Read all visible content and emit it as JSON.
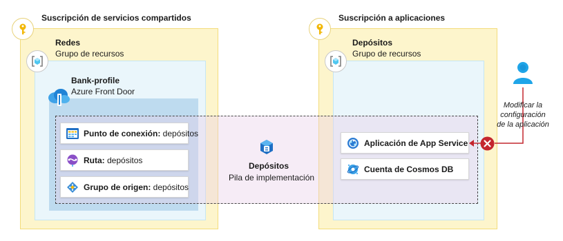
{
  "left_subscription": {
    "title": "Suscripción de servicios compartidos",
    "icon": "key-icon"
  },
  "right_subscription": {
    "title": "Suscripción a aplicaciones",
    "icon": "key-icon"
  },
  "networks_rg": {
    "title": "Redes",
    "subtitle": "Grupo de recursos",
    "icon": "resource-group-icon"
  },
  "deposits_rg": {
    "title": "Depósitos",
    "subtitle": "Grupo de recursos",
    "icon": "resource-group-icon"
  },
  "front_door": {
    "title": "Bank-profile",
    "subtitle": "Azure Front Door",
    "icon": "front-door-icon"
  },
  "left_cards": [
    {
      "bold": "Punto de conexión:",
      "text": " depósitos",
      "icon": "endpoint-icon"
    },
    {
      "bold": "Ruta:",
      "text": " depósitos",
      "icon": "route-icon"
    },
    {
      "bold": "Grupo de origen:",
      "text": " depósitos",
      "icon": "origin-group-icon"
    }
  ],
  "right_cards": [
    {
      "bold": "Aplicación de App Service",
      "icon": "app-service-icon"
    },
    {
      "bold": "Cuenta de Cosmos DB",
      "icon": "cosmos-db-icon"
    }
  ],
  "deployment_stack": {
    "title": "Depósitos",
    "subtitle": "Pila de implementación",
    "icon": "deployment-stack-icon"
  },
  "user_note": {
    "lines": [
      "Modificar la",
      "configuración",
      "de la aplicación"
    ],
    "icon": "user-icon"
  },
  "colors": {
    "subscription_fill": "#fdf5cc",
    "resource_group_fill": "#eaf6fb",
    "front_door_fill": "#bedbef",
    "stack_fill": "#e8cde8",
    "deny_red": "#c4262e",
    "azure_blue": "#0078d4"
  }
}
